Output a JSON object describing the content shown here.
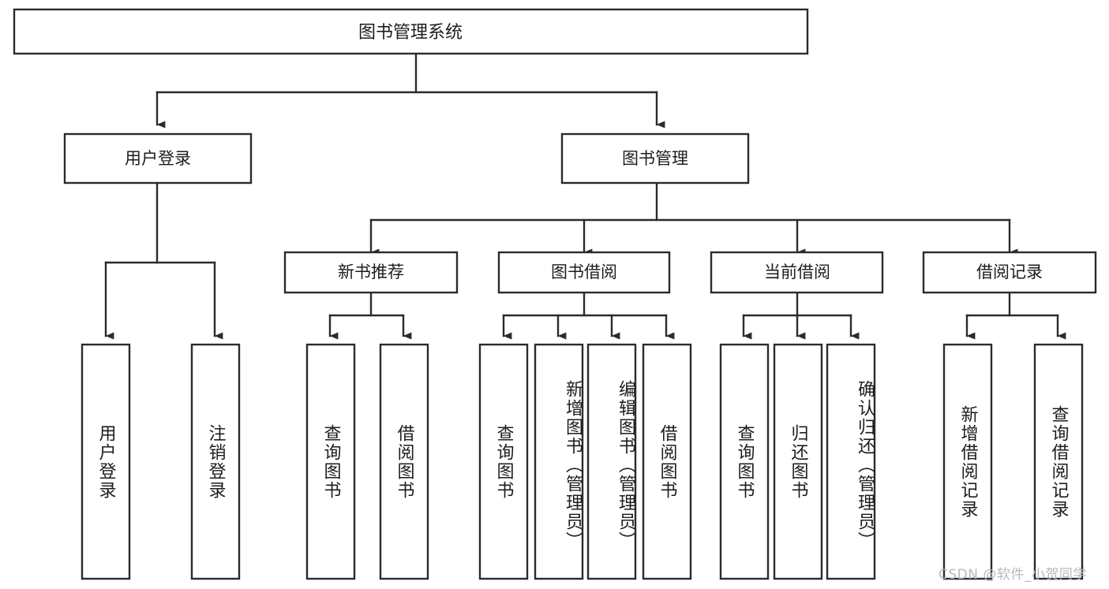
{
  "diagram": {
    "title": "图书管理系统",
    "type": "tree-hierarchy",
    "root": {
      "label": "图书管理系统"
    },
    "level2": [
      {
        "label": "用户登录"
      },
      {
        "label": "图书管理"
      }
    ],
    "level3": [
      {
        "label": "新书推荐"
      },
      {
        "label": "图书借阅"
      },
      {
        "label": "当前借阅"
      },
      {
        "label": "借阅记录"
      }
    ],
    "leaves": {
      "user_login": [
        {
          "label": "用户登录"
        },
        {
          "label": "注销登录"
        }
      ],
      "new_book_recommend": [
        {
          "label": "查询图书"
        },
        {
          "label": "借阅图书"
        }
      ],
      "book_borrow": [
        {
          "label": "查询图书"
        },
        {
          "label": "新增图书（管理员）"
        },
        {
          "label": "编辑图书（管理员）"
        },
        {
          "label": "借阅图书"
        }
      ],
      "current_borrow": [
        {
          "label": "查询图书"
        },
        {
          "label": "归还图书"
        },
        {
          "label": "确认归还（管理员）"
        }
      ],
      "borrow_record": [
        {
          "label": "新增借阅记录"
        },
        {
          "label": "查询借阅记录"
        }
      ]
    }
  },
  "watermark": {
    "text": "CSDN @软件_小贺同学"
  },
  "colors": {
    "stroke": "#2b2b2b",
    "box_fill": "#ffffff",
    "text": "#1d1d1d",
    "watermark": "#b9b9b9",
    "background": "#ffffff"
  }
}
